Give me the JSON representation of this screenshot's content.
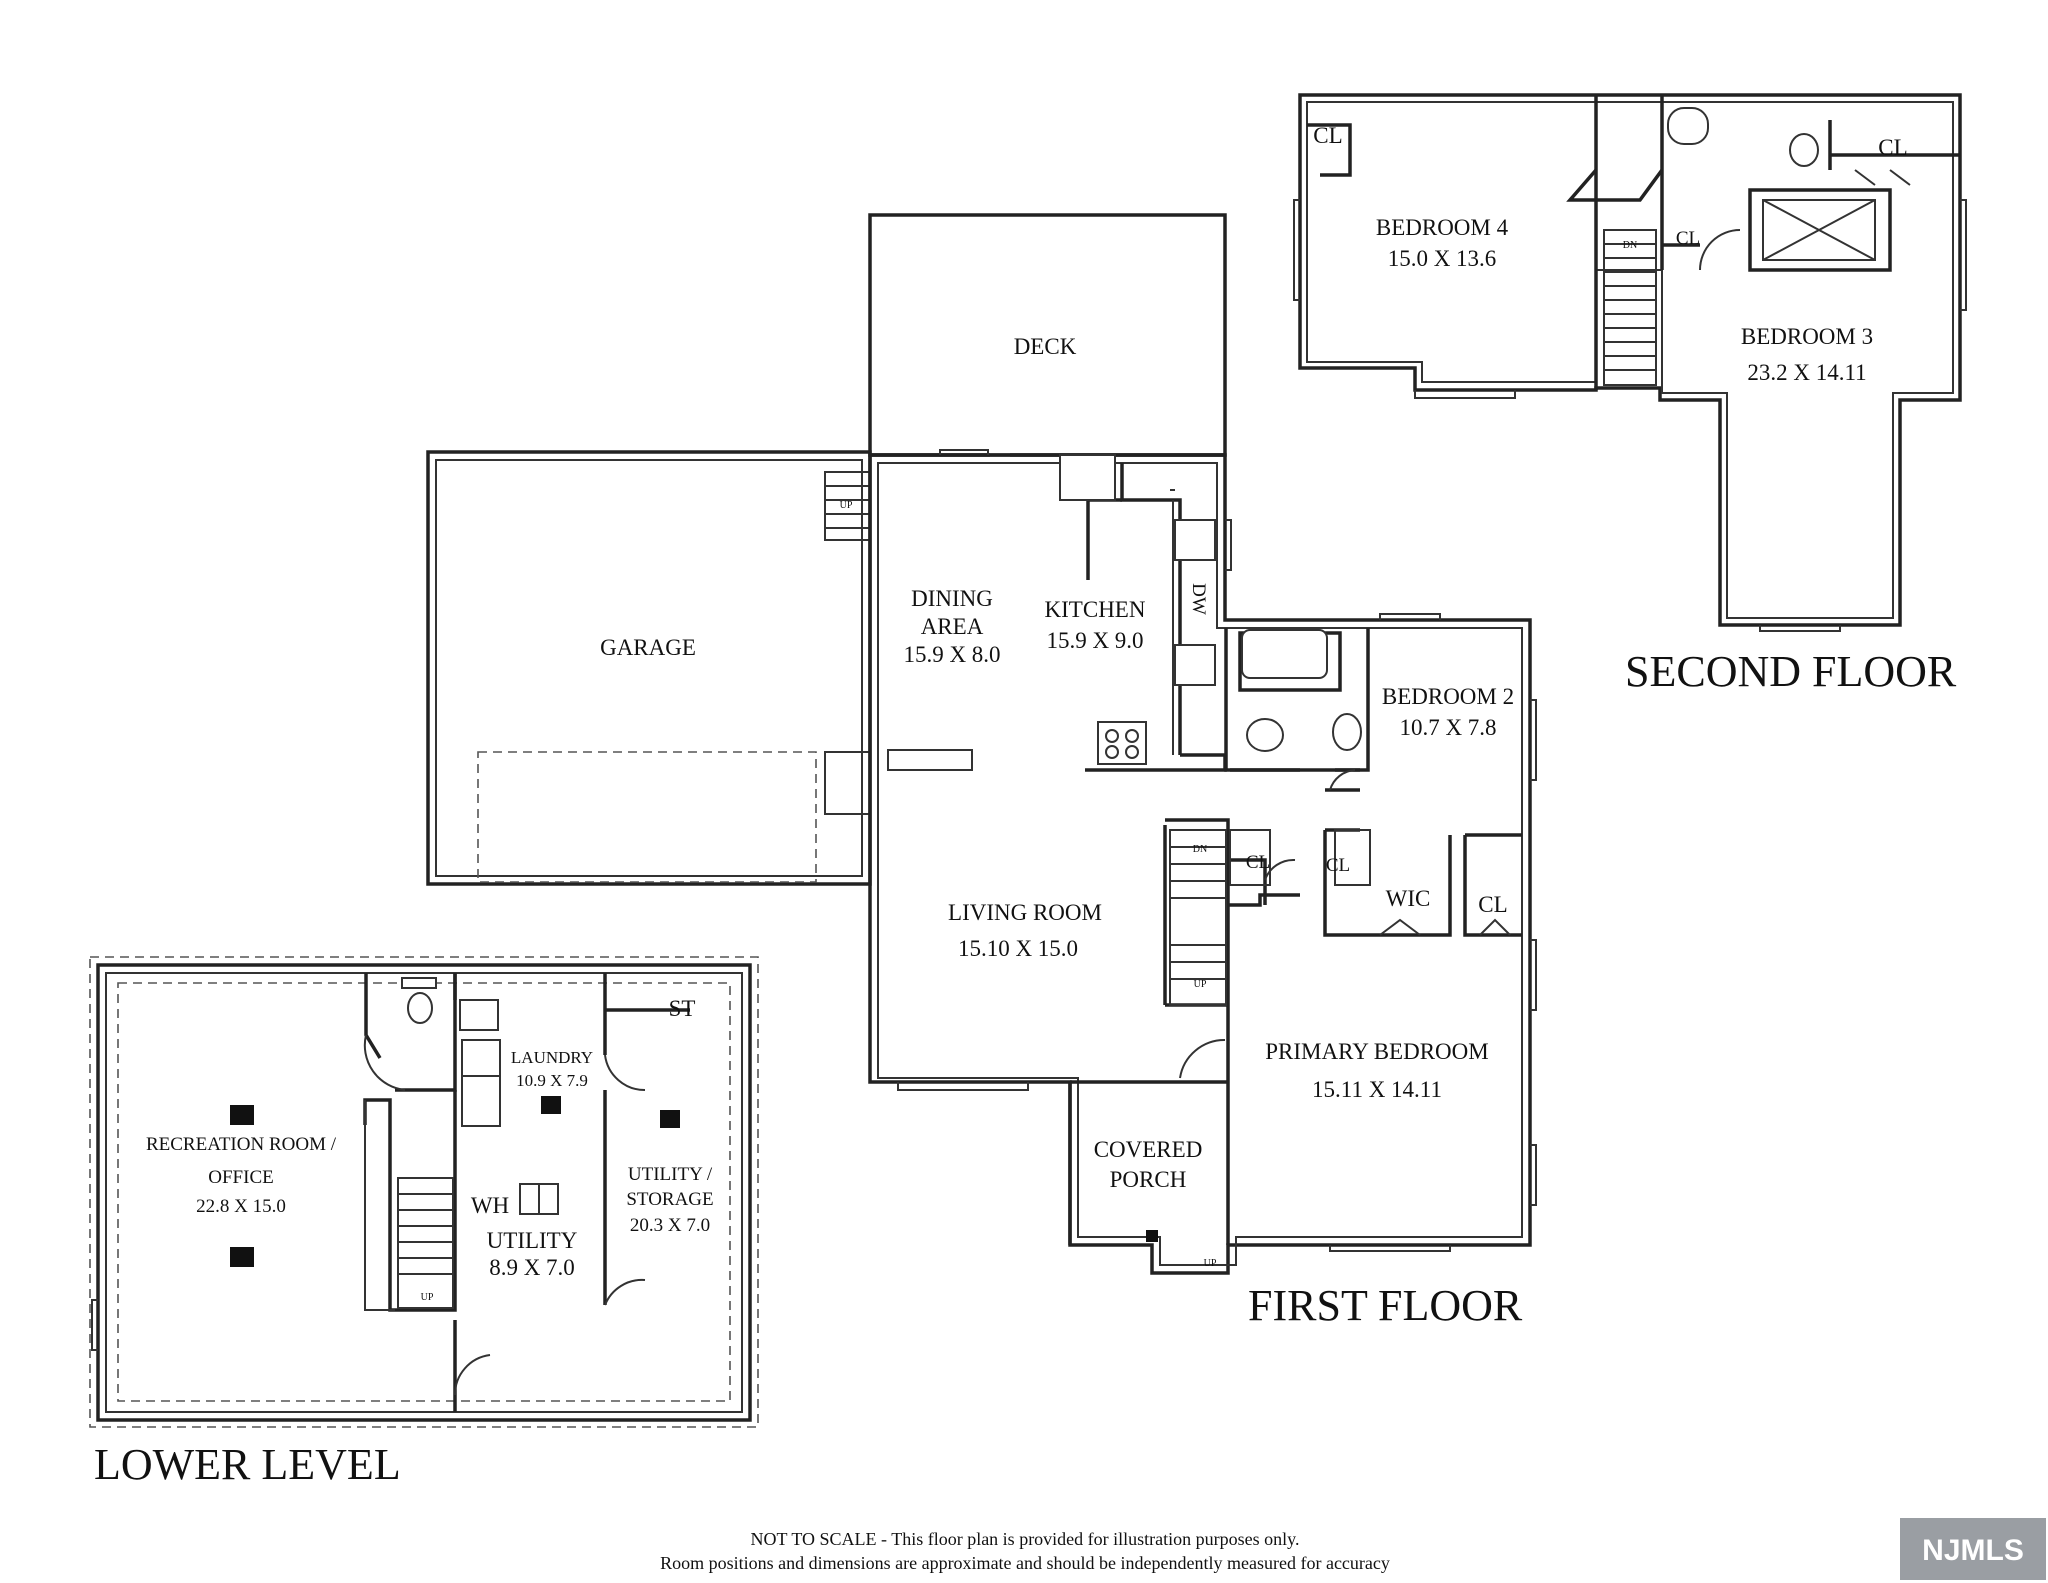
{
  "floors": {
    "second": {
      "title": "SECOND FLOOR",
      "rooms": {
        "bedroom4": {
          "name": "BEDROOM 4",
          "dims": "15.0 X 13.6"
        },
        "bedroom3": {
          "name": "BEDROOM 3",
          "dims": "23.2 X 14.11"
        },
        "cl_left": "CL",
        "cl_right": "CL",
        "cl_mid": "CL",
        "stair_dn": "DN"
      }
    },
    "first": {
      "title": "FIRST FLOOR",
      "rooms": {
        "deck": "DECK",
        "garage": "GARAGE",
        "garage_up": "UP",
        "dining": {
          "name1": "DINING",
          "name2": "AREA",
          "dims": "15.9 X 8.0"
        },
        "kitchen": {
          "name": "KITCHEN",
          "dims": "15.9 X 9.0"
        },
        "dw": "DW",
        "bedroom2": {
          "name": "BEDROOM 2",
          "dims": "10.7 X 7.8"
        },
        "living": {
          "name": "LIVING ROOM",
          "dims": "15.10 X 15.0"
        },
        "stair_dn": "DN",
        "stair_up": "UP",
        "cl_hall": "CL",
        "cl_wic": "CL",
        "wic": "WIC",
        "cl_primary": "CL",
        "primary": {
          "name": "PRIMARY BEDROOM",
          "dims": "15.11 X 14.11"
        },
        "porch": {
          "name1": "COVERED",
          "name2": "PORCH"
        },
        "porch_up": "UP"
      }
    },
    "lower": {
      "title": "LOWER LEVEL",
      "rooms": {
        "recreation": {
          "name1": "RECREATION ROOM /",
          "name2": "OFFICE",
          "dims": "22.8 X 15.0"
        },
        "laundry": {
          "name": "LAUNDRY",
          "dims": "10.9 X 7.9"
        },
        "utility_storage": {
          "name1": "UTILITY /",
          "name2": "STORAGE",
          "dims": "20.3 X 7.0"
        },
        "wh": "WH",
        "utility": {
          "name": "UTILITY",
          "dims": "8.9 X 7.0"
        },
        "st": "ST",
        "stair_up": "UP"
      }
    }
  },
  "disclaimer": {
    "line1": "NOT TO SCALE - This floor plan is provided for illustration purposes only.",
    "line2": "Room positions and dimensions are approximate and should be independently measured for accuracy"
  },
  "logo": "NJMLS"
}
